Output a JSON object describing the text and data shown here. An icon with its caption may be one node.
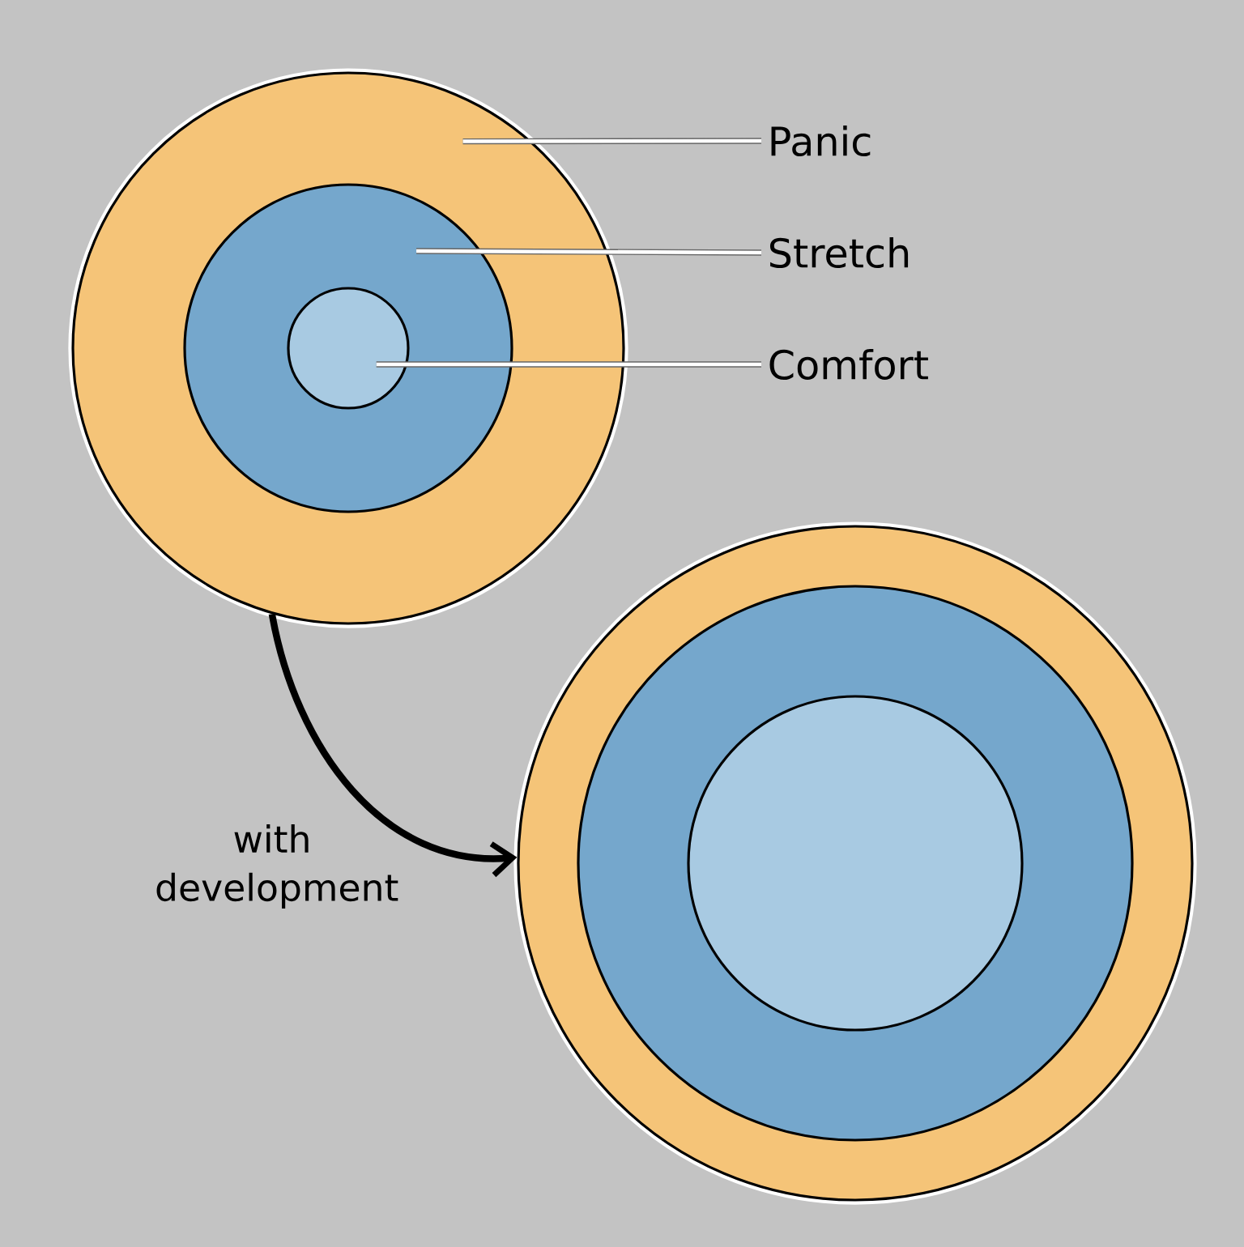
{
  "diagram": {
    "nodes": [
      {
        "text": [
          "Panic"
        ]
      },
      {
        "text": [
          "Stretch"
        ]
      },
      {
        "text": [
          "Comfort"
        ]
      },
      {
        "text": [],
        "shape": "circle"
      },
      {
        "text": [],
        "shape": "circle",
        "in": 3
      },
      {
        "text": [],
        "shape": "circle",
        "in": 4
      },
      {
        "text": [],
        "shape": "circle"
      },
      {
        "text": [],
        "shape": "circle",
        "in": 6
      },
      {
        "text": [],
        "shape": "circle",
        "in": 7
      }
    ],
    "edges": [
      {
        "from": 0,
        "to": 3,
        "arrow": "none"
      },
      {
        "from": 1,
        "to": 4,
        "arrow": "none"
      },
      {
        "from": 2,
        "to": 5,
        "arrow": "none"
      },
      {
        "from": 3,
        "to": 6,
        "arrow": "to",
        "label": "with development",
        "color": "#000000"
      }
    ]
  }
}
